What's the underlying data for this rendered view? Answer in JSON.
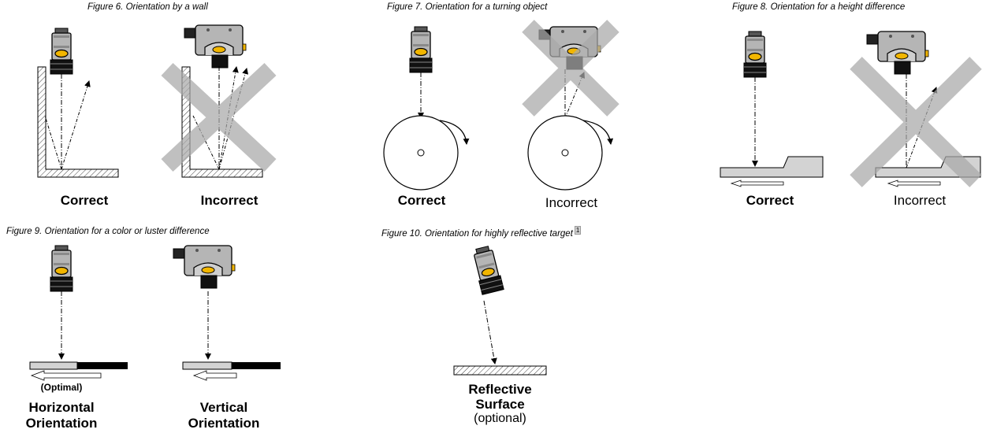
{
  "figures": {
    "fig6": {
      "caption": "Figure 6. Orientation by a wall",
      "correct": "Correct",
      "incorrect": "Incorrect"
    },
    "fig7": {
      "caption": "Figure 7. Orientation for a turning object",
      "correct": "Correct",
      "incorrect": "Incorrect"
    },
    "fig8": {
      "caption": "Figure 8. Orientation for a height difference",
      "correct": "Correct",
      "incorrect": "Incorrect"
    },
    "fig9": {
      "caption": "Figure 9. Orientation for a color or luster difference",
      "optimal": "(Optimal)",
      "horizontal_1": "Horizontal",
      "horizontal_2": "Orientation",
      "vertical_1": "Vertical",
      "vertical_2": "Orientation"
    },
    "fig10": {
      "caption": "Figure 10. Orientation for highly reflective target",
      "footnote": "1",
      "line_1": "Reflective",
      "line_2": "Surface",
      "line_3": "(optional)"
    }
  },
  "colors": {
    "cross": "#a9a9a9",
    "sensor_body": "#b5b5b5",
    "lens": "#f2b600",
    "strip": "#d3d3d3"
  },
  "icons": [
    "sensor-vertical-icon",
    "sensor-horizontal-icon",
    "cross-icon",
    "rotation-arrow-icon",
    "direction-arrow-icon"
  ]
}
